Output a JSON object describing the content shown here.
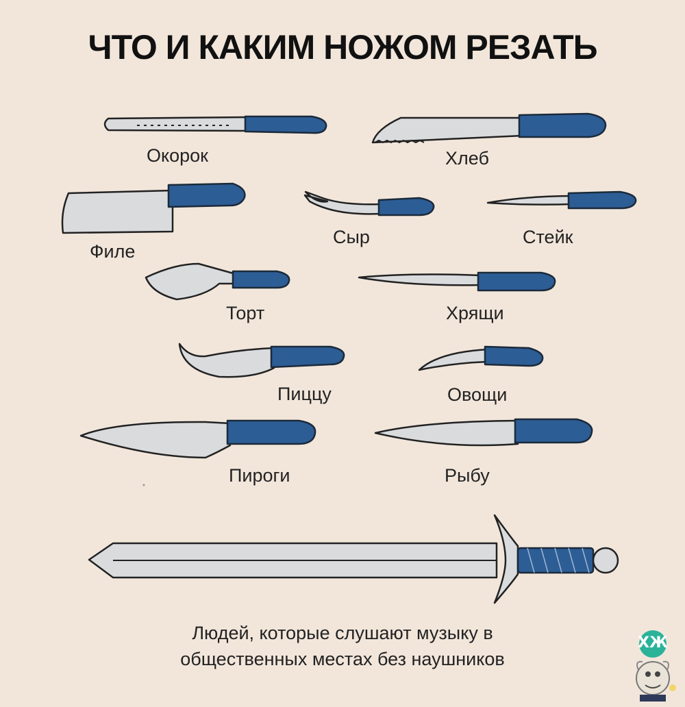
{
  "title": "ЧТО И КАКИМ НОЖОМ РЕЗАТЬ",
  "knives": [
    {
      "name": "ham-knife",
      "label": "Окорок"
    },
    {
      "name": "bread-knife",
      "label": "Хлеб"
    },
    {
      "name": "fillet-cleaver",
      "label": "Филе"
    },
    {
      "name": "cheese-knife",
      "label": "Сыр"
    },
    {
      "name": "steak-knife",
      "label": "Стейк"
    },
    {
      "name": "cake-knife",
      "label": "Торт"
    },
    {
      "name": "cartilage-knife",
      "label": "Хрящи"
    },
    {
      "name": "pizza-knife",
      "label": "Пиццу"
    },
    {
      "name": "vegetable-knife",
      "label": "Овощи"
    },
    {
      "name": "pie-knife",
      "label": "Пироги"
    },
    {
      "name": "fish-knife",
      "label": "Рыбу"
    }
  ],
  "caption": {
    "line1": "Людей, которые слушают музыку в",
    "line2": "общественных местах без наушников"
  },
  "badge": {
    "text": "ХЖ"
  },
  "colors": {
    "background": "#f2e6db",
    "blade": "#d9dbdd",
    "handle": "#2d5d95",
    "outline": "#222222"
  }
}
